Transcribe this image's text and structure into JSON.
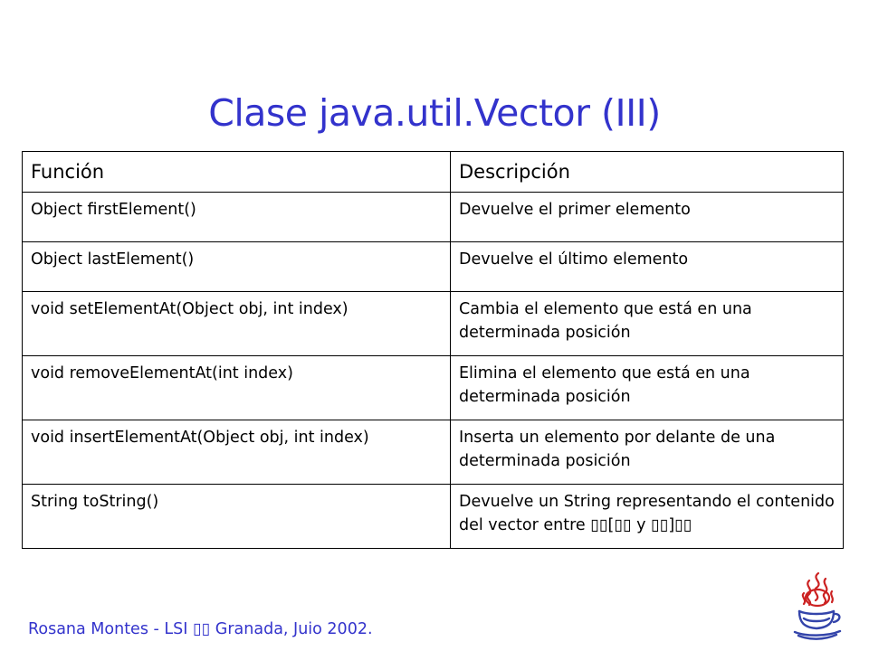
{
  "slide": {
    "title": "Clase java.util.Vector (III)"
  },
  "table": {
    "headers": [
      "Función",
      "Descripción"
    ],
    "rows": [
      {
        "funcion": "Object firstElement()",
        "descripcion": "Devuelve el primer elemento"
      },
      {
        "funcion": "Object lastElement()",
        "descripcion": "Devuelve el último elemento"
      },
      {
        "funcion": "void setElementAt(Object obj, int index)",
        "descripcion": "Cambia el elemento que está en una determinada posición"
      },
      {
        "funcion": "void removeElementAt(int index)",
        "descripcion": "Elimina el elemento que está en una determinada posición"
      },
      {
        "funcion": "void insertElementAt(Object obj, int index)",
        "descripcion": "Inserta un elemento por delante de una determinada posición"
      },
      {
        "funcion": "String toString()",
        "descripcion": "Devuelve un String representando el contenido del vector entre ▯▯[▯▯ y ▯▯]▯▯"
      }
    ]
  },
  "footer": {
    "text": "Rosana Montes - LSI ▯▯ Granada, Juio 2002."
  },
  "logo": {
    "icon": "java-coffee-cup-icon",
    "colors": {
      "steam": "#cc2222",
      "cup": "#3344aa"
    }
  }
}
